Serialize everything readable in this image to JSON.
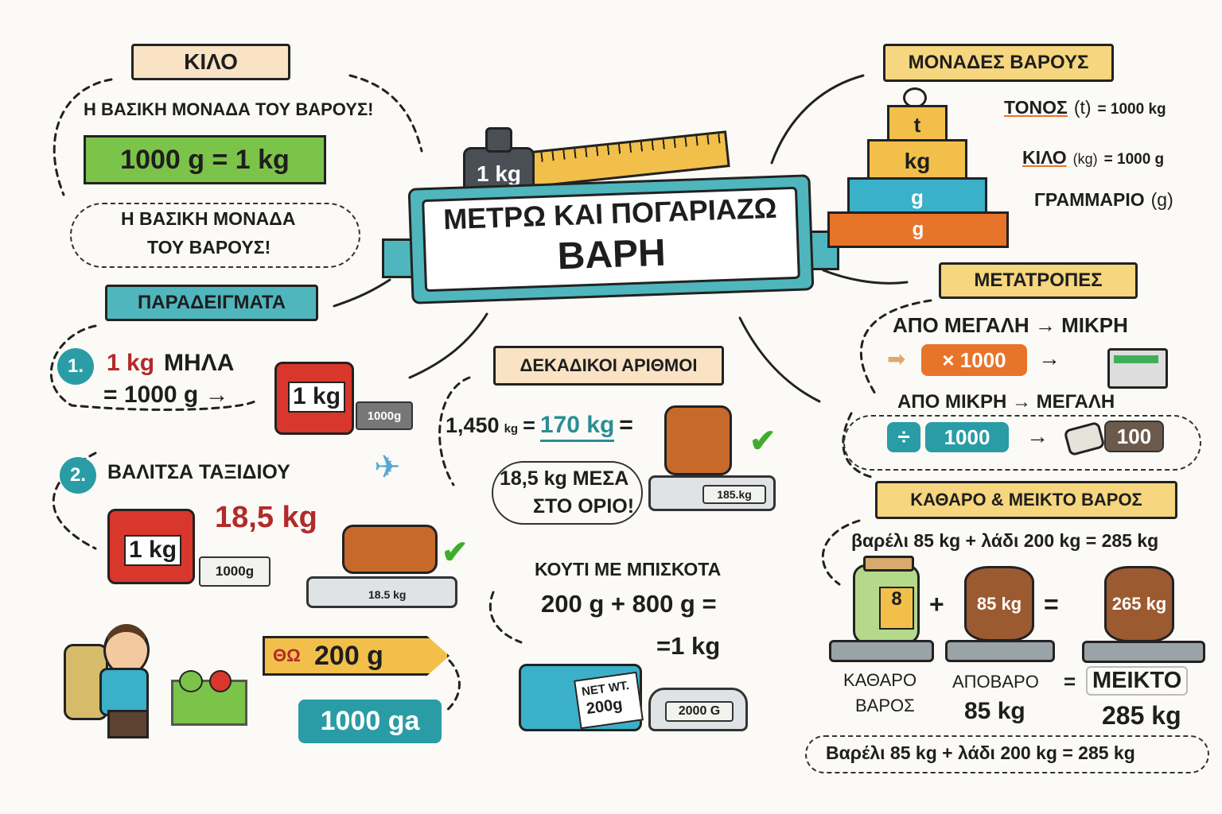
{
  "title": {
    "line1": "ΜΕΤΡΩ ΚΑΙ ΠΟΓΑΡΙΑΖΩ",
    "line2": "ΒΑΡΗ",
    "weight_label": "1 kg"
  },
  "kilo": {
    "banner": "ΚΙΛΟ",
    "subtitle": "Η ΒΑΣΙΚΗ ΜΟΝΑΔΑ ΤΟΥ ΒΑΡΟΥΣ!",
    "equation": "1000 g = 1 kg",
    "bubble_line1": "Η ΒΑΣΙΚΗ ΜΟΝΑΔΑ",
    "bubble_line2": "ΤΟΥ ΒΑΡΟΥΣ!"
  },
  "examples": {
    "banner": "ΠΑΡΑΔΕΙΓΜΑΤΑ",
    "ex1": {
      "number": "1.",
      "amount": "1 kg",
      "item": "ΜΗΛΑ",
      "equals": "= 1000 g →",
      "bag_label": "1 kg",
      "scale_display": "1000g"
    },
    "ex2": {
      "number": "2.",
      "title": "ΒΑΛΙΤΣΑ ΤΑΞΙΔΙΟΥ",
      "bag_label": "1 kg",
      "scale_display": "1000g",
      "weight": "18,5 kg",
      "suitcase_scale": "18.5 kg"
    },
    "ex3": {
      "tag": "200 g",
      "tag_icon": "ΘΩ",
      "teal_label": "1000 ga"
    }
  },
  "decimals": {
    "banner": "ΔΕΚΑΔΙΚΟΙ ΑΡΙΘΜΟΙ",
    "eq_left": "1,450",
    "eq_left_unit": "kg",
    "eq_mid": "170 kg",
    "eq_end": "=",
    "note_line1": "18,5 kg ΜΕΣΑ",
    "note_line2": "ΣΤΟ ΟΡΙΟ!",
    "scale_display": "185.kg"
  },
  "cookies": {
    "title": "ΚΟΥΤΙ ΜΕ ΜΠΙΣΚΟΤΑ",
    "equation": "200 g + 800 g =",
    "result": "=1 kg",
    "box_label_line1": "NET WT.",
    "box_label_line2": "200g",
    "scale_display": "2000 G"
  },
  "units": {
    "banner": "ΜΟΝΑΔΕΣ ΒΑΡΟΥΣ",
    "pyramid": [
      "t",
      "kg",
      "g",
      "g"
    ],
    "ton": {
      "name": "ΤΟΝΟΣ",
      "symbol": "(t)",
      "value": "= 1000 kg"
    },
    "kilo": {
      "name": "ΚΙΛΟ",
      "symbol": "(kg)",
      "value": "= 1000 g"
    },
    "gram": {
      "name": "ΓΡΑΜΜΑΡΙΟ",
      "symbol": "(g)"
    }
  },
  "conversions": {
    "banner": "ΜΕΤΑΤΡΟΠΕΣ",
    "big_to_small": "ΑΠΟ ΜΕΓΑΛΗ → ΜΙΚΡΗ",
    "multiply": "× 1000",
    "small_to_big": "ΑΠΟ ΜΙΚΡΗ → ΜΕΓΑΛΗ",
    "divide_sign": "÷",
    "divide": "1000",
    "result": "100"
  },
  "net_gross": {
    "banner": "ΚΑΘΑΡΟ & ΜΕΙΚΤΟ ΒΑΡΟΣ",
    "equation_top": "βαρέλι 85 kg + λάδι 200 kg = 285 kg",
    "jar_label": "8",
    "barrel1_label": "85 kg",
    "barrel2_label": "265 kg",
    "plus": "+",
    "equals": "=",
    "net_line1": "ΚΑΘΑΡΟ",
    "net_line2": "ΒΑΡΟΣ",
    "tare": "ΑΠΟΒΑΡΟ",
    "tare_value": "85 kg",
    "gross": "ΜΕΙΚΤΟ",
    "gross_value": "285 kg",
    "equation_bottom": "Βαρέλι 85 kg + λάδι 200 kg = 285 kg"
  },
  "colors": {
    "teal": "#2a9ca6",
    "orange": "#e8742a",
    "gold": "#f2c04a",
    "red": "#b22a2a",
    "green": "#7cc34a"
  }
}
